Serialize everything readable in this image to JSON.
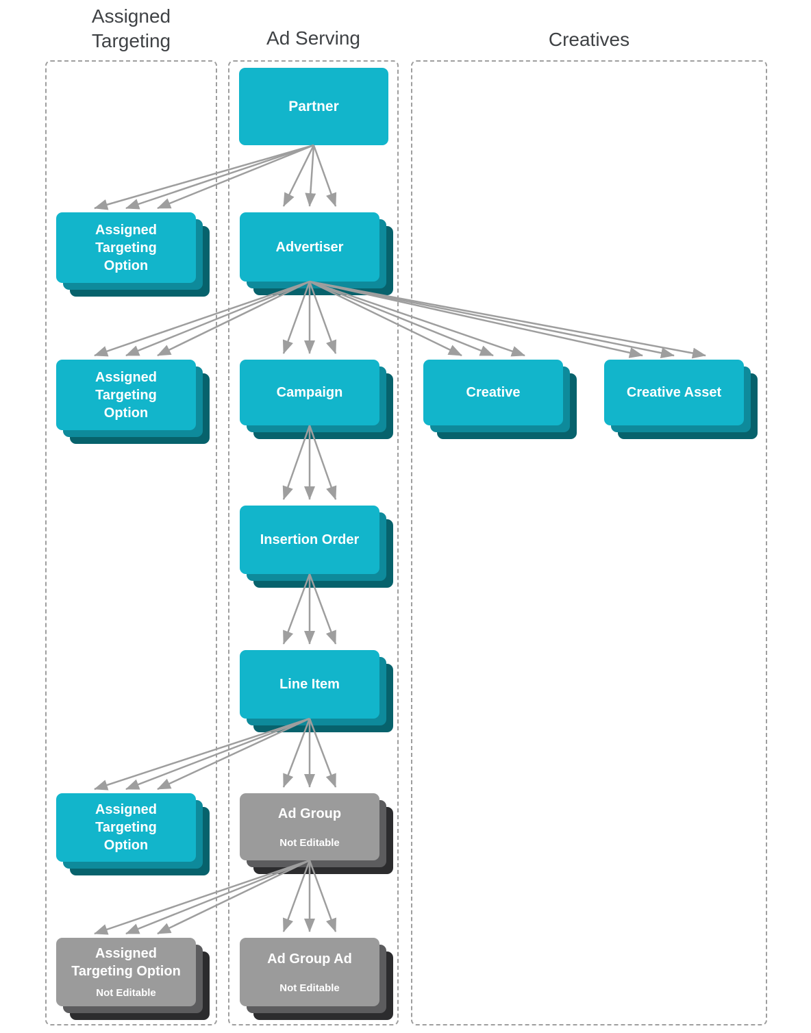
{
  "page": {
    "background": "#ffffff"
  },
  "columns": [
    {
      "key": "assigned_targeting",
      "title": "Assigned\nTargeting"
    },
    {
      "key": "ad_serving",
      "title": "Ad Serving"
    },
    {
      "key": "creatives",
      "title": "Creatives"
    }
  ],
  "nodes": {
    "partner": {
      "label": "Partner",
      "column": "ad_serving",
      "state": "editable",
      "stacked": false
    },
    "advertiser": {
      "label": "Advertiser",
      "column": "ad_serving",
      "state": "editable",
      "stacked": true
    },
    "assigned_targeting_option_1": {
      "label": "Assigned\nTargeting\nOption",
      "column": "assigned_targeting",
      "state": "editable",
      "stacked": true
    },
    "assigned_targeting_option_2": {
      "label": "Assigned\nTargeting\nOption",
      "column": "assigned_targeting",
      "state": "editable",
      "stacked": true
    },
    "campaign": {
      "label": "Campaign",
      "column": "ad_serving",
      "state": "editable",
      "stacked": true
    },
    "creative": {
      "label": "Creative",
      "column": "creatives",
      "state": "editable",
      "stacked": true
    },
    "creative_asset": {
      "label": "Creative Asset",
      "column": "creatives",
      "state": "editable",
      "stacked": true
    },
    "insertion_order": {
      "label": "Insertion Order",
      "column": "ad_serving",
      "state": "editable",
      "stacked": true
    },
    "line_item": {
      "label": "Line Item",
      "column": "ad_serving",
      "state": "editable",
      "stacked": true
    },
    "assigned_targeting_option_3": {
      "label": "Assigned\nTargeting\nOption",
      "column": "assigned_targeting",
      "state": "editable",
      "stacked": true
    },
    "ad_group": {
      "label": "Ad Group",
      "sublabel": "Not Editable",
      "column": "ad_serving",
      "state": "not_editable",
      "stacked": true
    },
    "assigned_targeting_option_not_editable": {
      "label": "Assigned\nTargeting Option",
      "sublabel": "Not Editable",
      "column": "assigned_targeting",
      "state": "not_editable",
      "stacked": true
    },
    "ad_group_ad": {
      "label": "Ad Group Ad",
      "sublabel": "Not Editable",
      "column": "ad_serving",
      "state": "not_editable",
      "stacked": true
    }
  },
  "edges": [
    {
      "from": "partner",
      "to": "assigned_targeting_option_1"
    },
    {
      "from": "partner",
      "to": "advertiser"
    },
    {
      "from": "advertiser",
      "to": "assigned_targeting_option_2"
    },
    {
      "from": "advertiser",
      "to": "campaign"
    },
    {
      "from": "advertiser",
      "to": "creative"
    },
    {
      "from": "advertiser",
      "to": "creative_asset"
    },
    {
      "from": "campaign",
      "to": "insertion_order"
    },
    {
      "from": "insertion_order",
      "to": "line_item"
    },
    {
      "from": "line_item",
      "to": "assigned_targeting_option_3"
    },
    {
      "from": "line_item",
      "to": "ad_group"
    },
    {
      "from": "ad_group",
      "to": "assigned_targeting_option_not_editable"
    },
    {
      "from": "ad_group",
      "to": "ad_group_ad"
    }
  ],
  "colors": {
    "editable_front": "#12b5cb",
    "editable_mid": "#0e8a9b",
    "editable_back": "#07626c",
    "not_editable_front": "#9b9b9b",
    "not_editable_mid": "#5c5c5e",
    "not_editable_back": "#2c2c2e",
    "arrow": "#9e9e9e",
    "column_border": "#9e9e9e",
    "column_title_text": "#3f4245",
    "node_text": "#ffffff"
  }
}
